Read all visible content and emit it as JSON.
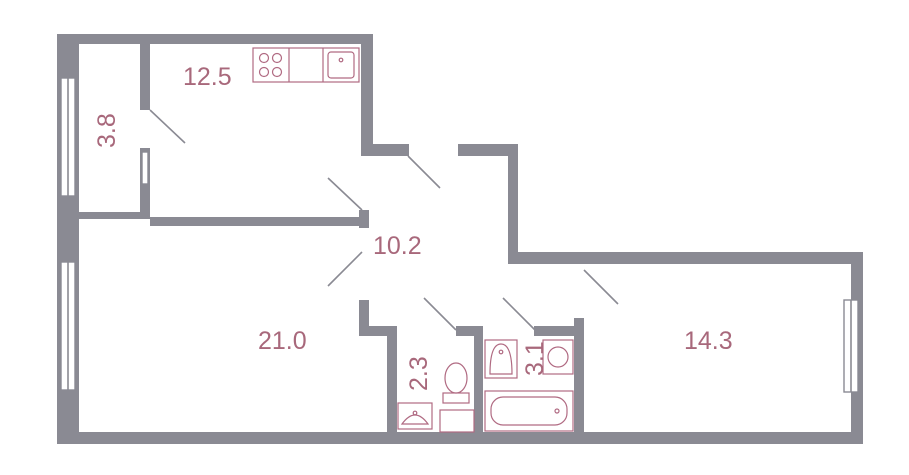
{
  "rooms": {
    "kitchen": "12.5",
    "balcony": "3.8",
    "hall": "10.2",
    "living": "21.0",
    "bedroom": "14.3",
    "wc": "2.3",
    "bath": "3.1"
  },
  "colors": {
    "wall": "#8a8a93",
    "label": "#a8687b",
    "fixture": "#b06a82",
    "background": "#ffffff"
  }
}
